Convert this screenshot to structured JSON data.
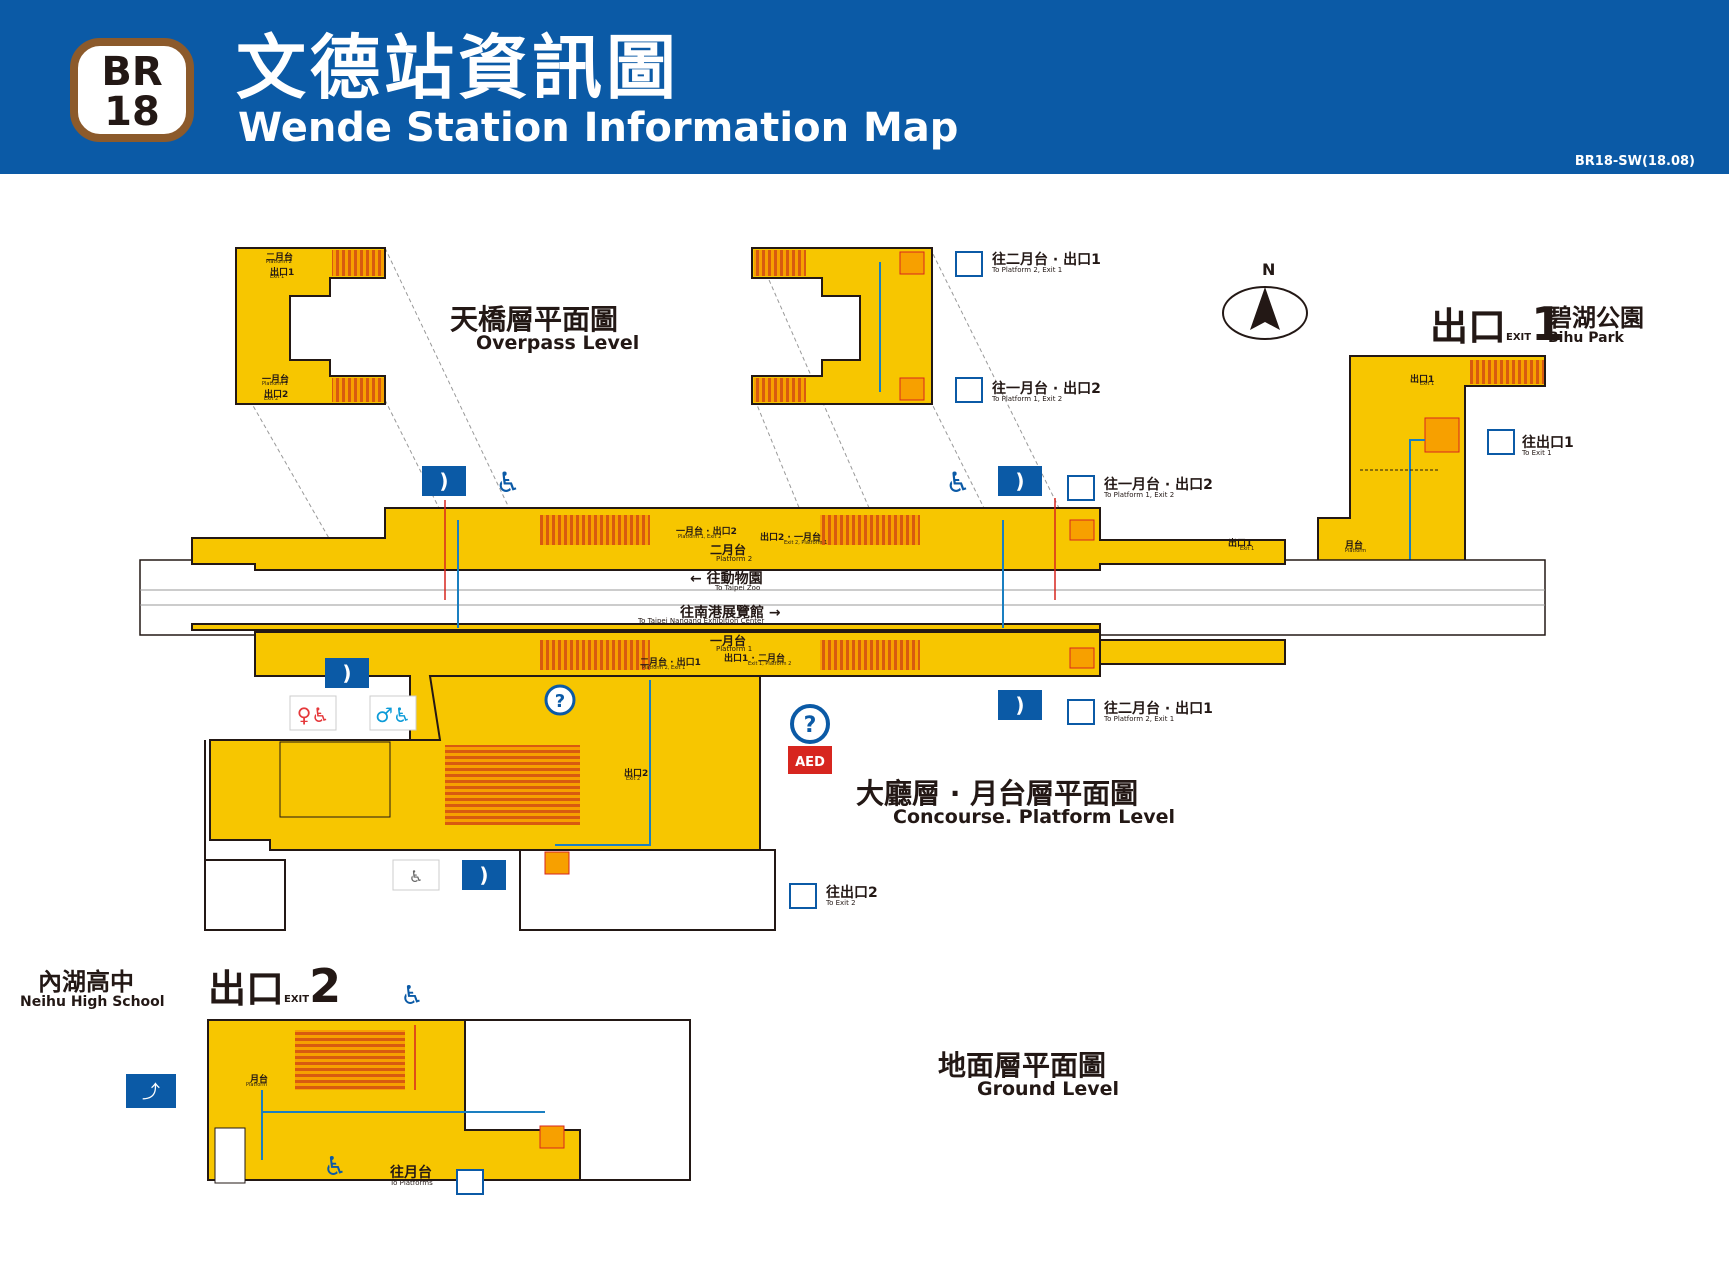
{
  "header": {
    "line_code": "BR",
    "station_number": "18",
    "title_zh": "文德站資訊圖",
    "title_en": "Wende Station Information Map",
    "map_code": "BR18-SW(18.08)"
  },
  "colors": {
    "header_blue": "#0b5aa6",
    "brown_line": "#8c5a2b",
    "floor_yellow": "#f7c600",
    "escalator_orange": "#e8711c",
    "route_blue": "#1a7fc1",
    "route_red": "#d7261f"
  },
  "compass": {
    "label": "N"
  },
  "levels": {
    "overpass": {
      "zh": "天橋層平面圖",
      "en": "Overpass Level"
    },
    "concourse": {
      "zh": "大廳層 · 月台層平面圖",
      "en": "Concourse. Platform Level"
    },
    "ground": {
      "zh": "地面層平面圖",
      "en": "Ground Level"
    }
  },
  "exits": {
    "exit1": {
      "zh": "出口",
      "exit_en": "EXIT",
      "number": "1",
      "place_zh": "碧湖公園",
      "place_en": "Bihu Park"
    },
    "exit2": {
      "zh": "出口",
      "exit_en": "EXIT",
      "number": "2",
      "place_zh": "內湖高中",
      "place_en": "Neihu High School"
    }
  },
  "elevators": {
    "ov_p2_e1": {
      "zh": "往二月台 · 出口1",
      "en": "To Platform 2, Exit 1"
    },
    "ov_p1_e2": {
      "zh": "往一月台 · 出口2",
      "en": "To Platform 1, Exit 2"
    },
    "bihu_e1": {
      "zh": "往出口1",
      "en": "To Exit 1"
    },
    "con_p1_e2": {
      "zh": "往一月台 · 出口2",
      "en": "To Platform 1, Exit 2"
    },
    "con_p2_e1": {
      "zh": "往二月台 · 出口1",
      "en": "To Platform 2, Exit 1"
    },
    "con_e2": {
      "zh": "往出口2",
      "en": "To Exit 2"
    },
    "gr_platforms": {
      "zh": "往月台",
      "en": "To Platforms"
    }
  },
  "directions": {
    "to_zoo": {
      "zh": "往動物園",
      "en": "To Taipei Zoo"
    },
    "to_nangang": {
      "zh": "往南港展覽館",
      "en": "To Taipei Nangang Exhibition Center"
    }
  },
  "platforms": {
    "p2": {
      "zh": "二月台",
      "en": "Platform 2"
    },
    "p1": {
      "zh": "一月台",
      "en": "Platform 1"
    }
  },
  "small_labels": {
    "ov1_p2": "二月台",
    "ov1_p2_en": "Platform 2",
    "ov1_e1": "出口1",
    "ov1_e1_en": "Exit 1",
    "ov1_p1": "一月台",
    "ov1_p1_en": "Platform 1",
    "ov1_e2": "出口2",
    "ov1_e2_en": "Exit 2",
    "p2_top_a": "一月台 · 出口2",
    "p2_top_a_en": "Platform 1, Exit 2",
    "p2_top_b": "出口2 · 一月台",
    "p2_top_b_en": "Exit 2, Platform 1",
    "p2_exit1": "出口1",
    "p2_exit1_en": "Exit 1",
    "p1_a": "二月台 · 出口1",
    "p1_a_en": "Platform 2, Exit 1",
    "p1_b": "出口1 · 二月台",
    "p1_b_en": "Exit 1, Platform 2",
    "bihu_exit1": "出口1",
    "bihu_exit1_en": "Exit 1",
    "bihu_platform": "月台",
    "bihu_platform_en": "Platform",
    "con_exit2": "出口2",
    "con_exit2_en": "Exit 2",
    "gr_platform": "月台",
    "gr_platform_en": "Platform",
    "aed": "AED"
  },
  "icons": [
    "phone-icon",
    "wheelchair-icon",
    "elevator-icon",
    "info-icon",
    "aed-icon",
    "restroom-icon",
    "accessible-ramp-icon",
    "drinking-fountain-icon",
    "family-restroom-icon",
    "compass-icon"
  ]
}
